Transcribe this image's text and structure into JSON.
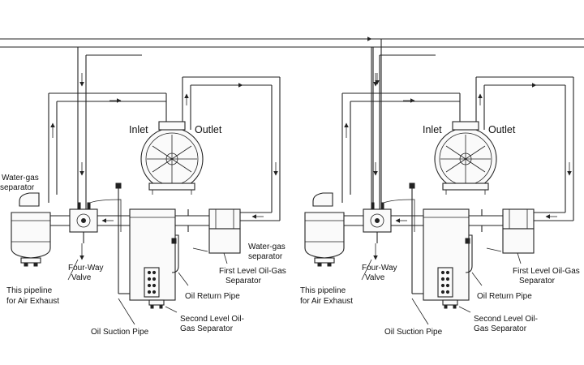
{
  "labels": {
    "inlet": "Inlet",
    "outlet": "Outlet",
    "water_gas_separator_left_1": "Water-gas",
    "water_gas_separator_left_2": "separator",
    "water_gas_separator_right_1": "Water-gas",
    "water_gas_separator_right_2": "separator",
    "four_way_valve_1": "Four-Way",
    "four_way_valve_2": "Valve",
    "air_exhaust_1": "This pipeline",
    "air_exhaust_2": "for Air Exhaust",
    "first_level_1": "First Level Oil-Gas",
    "first_level_2": "Separator",
    "oil_return_pipe": "Oil Return Pipe",
    "second_level_1": "Second Level Oil-",
    "second_level_2": "Gas Separator",
    "oil_suction_pipe": "Oil Suction Pipe"
  },
  "icons": {
    "flow_arrow": "flow-arrow-icon",
    "fan": "fan-icon",
    "valve": "four-way-valve-icon"
  }
}
